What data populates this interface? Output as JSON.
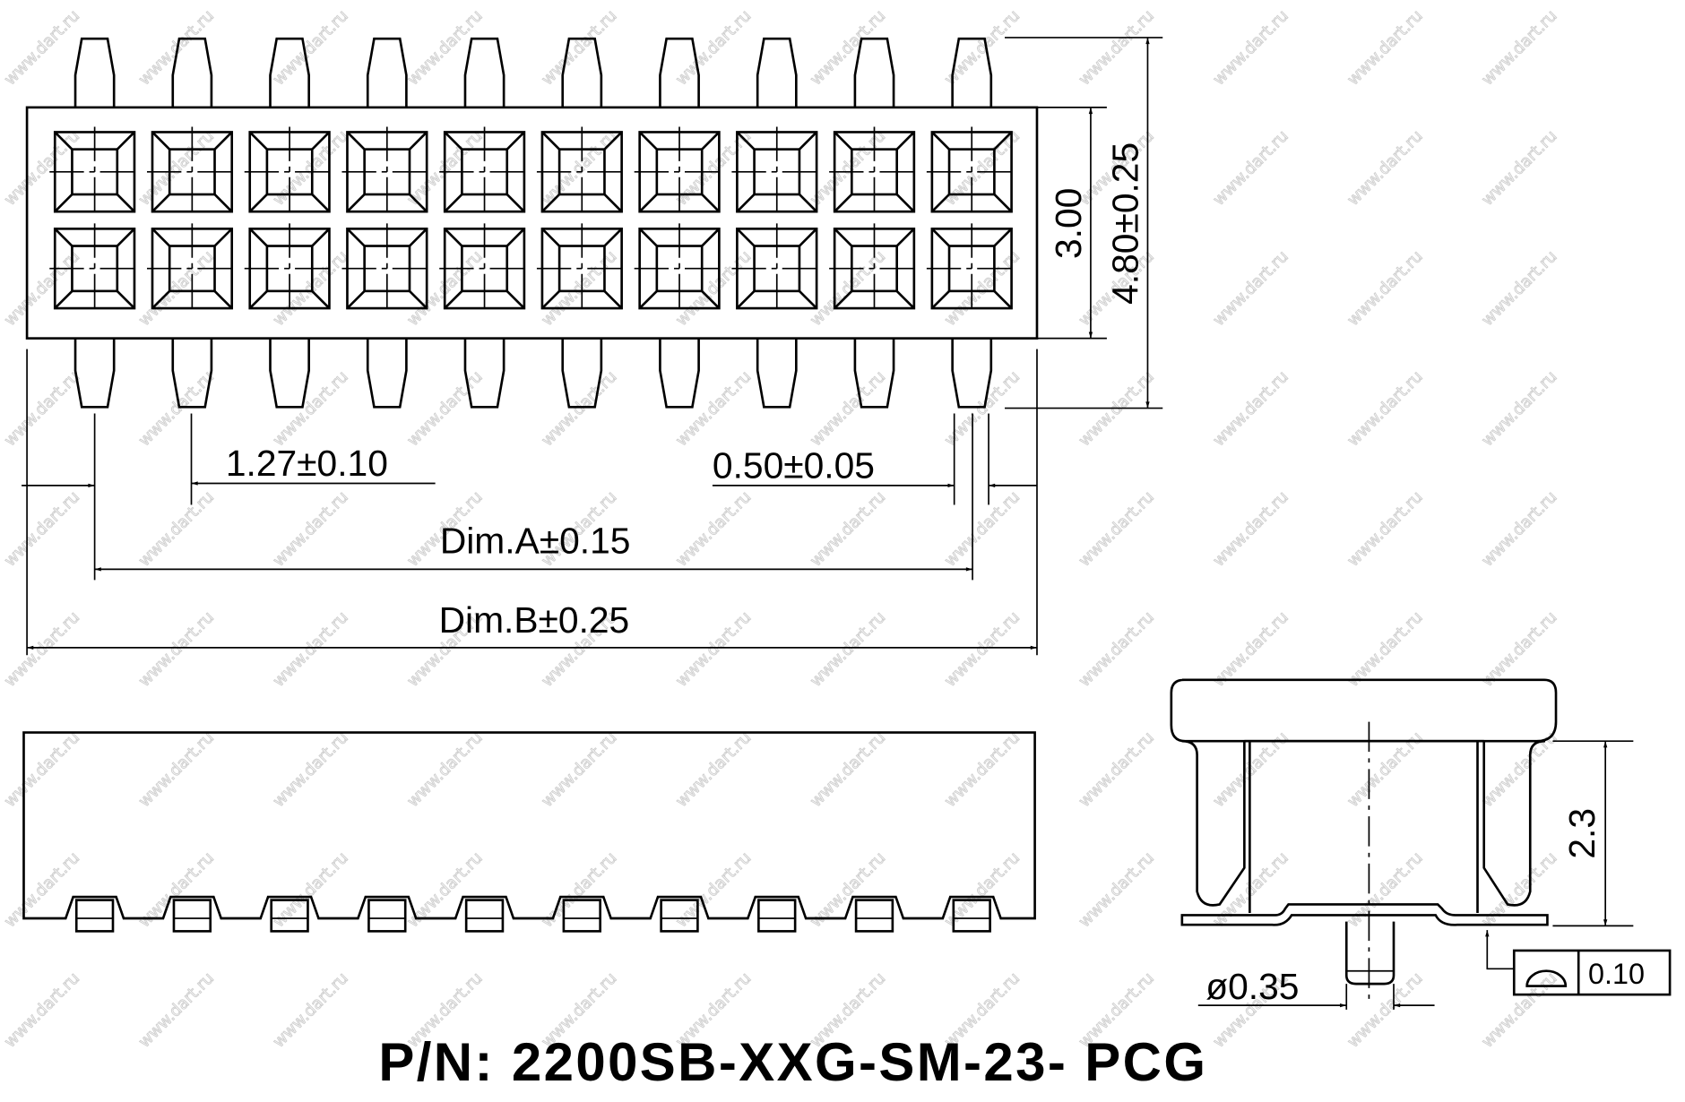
{
  "watermark": "www.dart.ru",
  "pin_count_per_row": 10,
  "top_view": {
    "height_inner": "3.00",
    "height_total": "4.80±0.25",
    "pitch": "1.27±0.10",
    "pin_width": "0.50±0.05",
    "dim_a": "Dim.A±0.15",
    "dim_b": "Dim.B±0.25"
  },
  "end_view": {
    "height": "2.3",
    "pin_diameter": "ø0.35",
    "profile_tolerance": "0.10"
  },
  "part_number": "P/N: 2200SB-XXG-SM-23- PCG"
}
